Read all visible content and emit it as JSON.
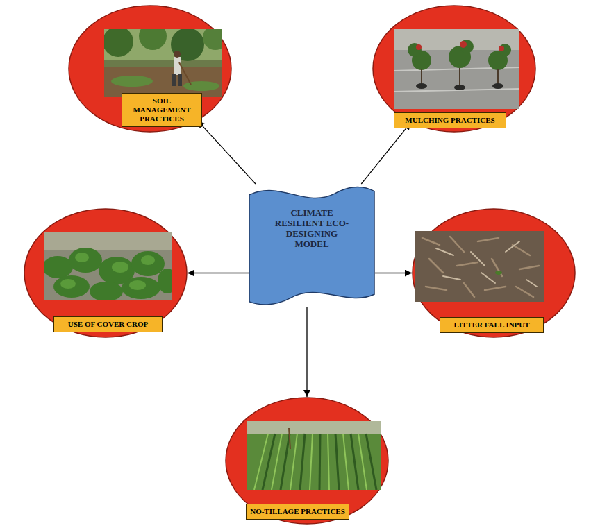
{
  "diagram": {
    "nodes": [
      {
        "text": [
          "SOIL MANAGEMENT PRACTICES"
        ]
      },
      {
        "text": [
          "MULCHING PRACTICES"
        ]
      },
      {
        "text": [
          "CLIMATE RESILIENT ECO-DESIGNING MODEL"
        ]
      },
      {
        "text": [
          "USE OF COVER CROP"
        ]
      },
      {
        "text": [
          "LITTER FALL INPUT"
        ]
      },
      {
        "text": [
          "NO-TILLAGE PRACTICES"
        ]
      }
    ],
    "edges": [
      {
        "from": 2,
        "to": 0,
        "arrow": "to"
      },
      {
        "from": 2,
        "to": 1,
        "arrow": "to"
      },
      {
        "from": 2,
        "to": 3,
        "arrow": "to"
      },
      {
        "from": 2,
        "to": 4,
        "arrow": "to"
      },
      {
        "from": 2,
        "to": 5,
        "arrow": "to"
      }
    ]
  }
}
